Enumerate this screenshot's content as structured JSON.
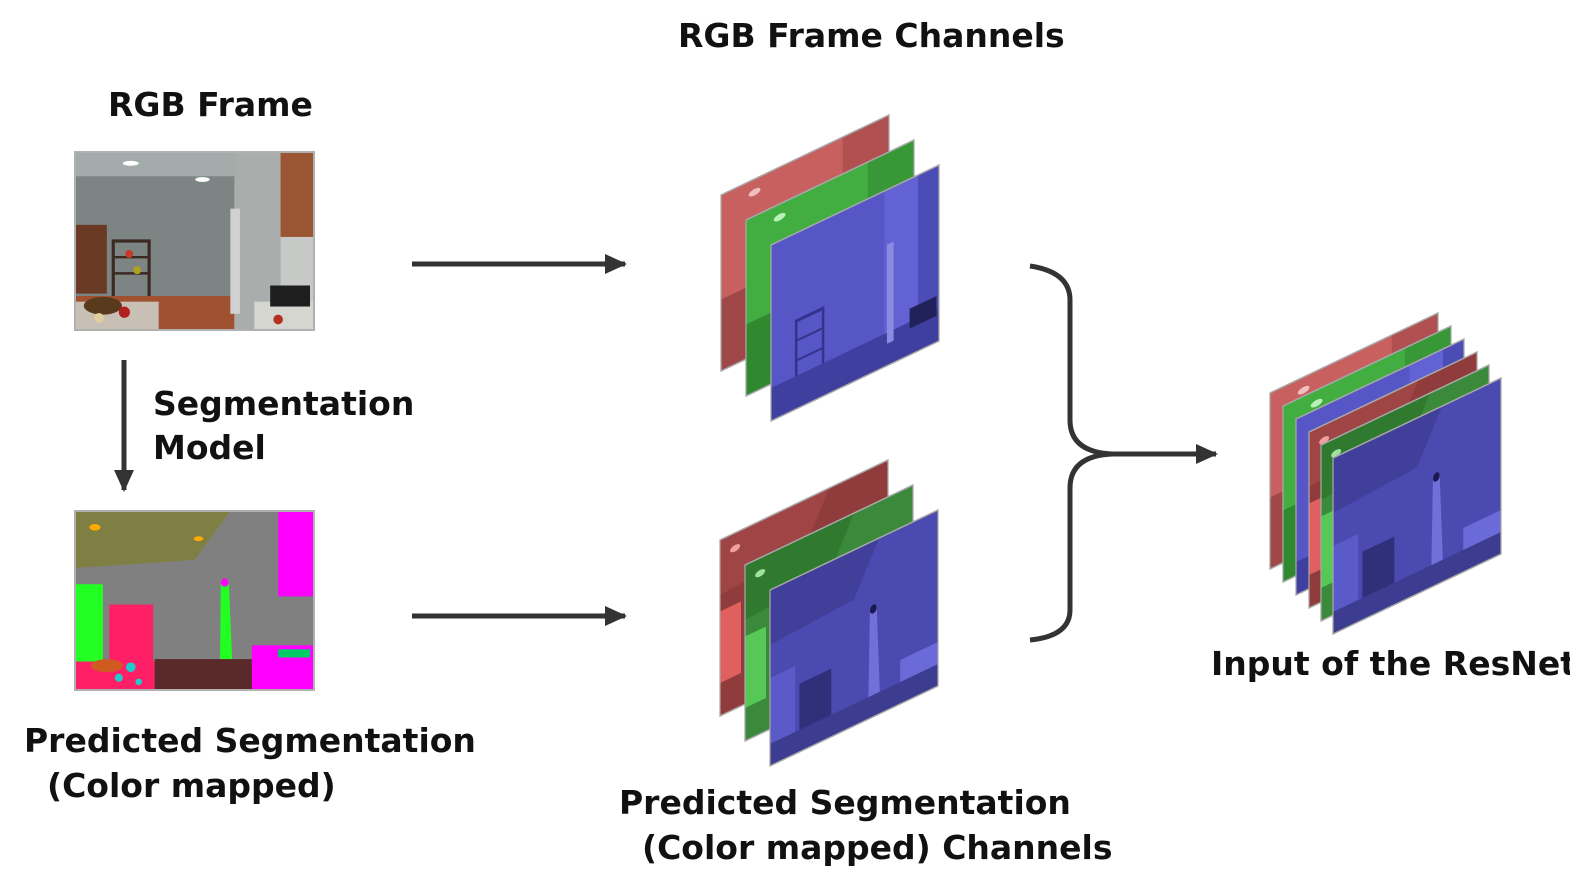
{
  "labels": {
    "rgb_frame": "RGB Frame",
    "rgb_channels": "RGB Frame Channels",
    "segmentation_model_line1": "Segmentation",
    "segmentation_model_line2": "Model",
    "predicted_seg_line1": "Predicted Segmentation",
    "predicted_seg_line2": "(Color mapped)",
    "predicted_channels_line1": "Predicted Segmentation",
    "predicted_channels_line2": "(Color mapped) Channels",
    "resnet_input": "Input of the ResNet"
  },
  "colors": {
    "arrow": "#333333",
    "channel_red": "#c85a5a",
    "channel_green": "#3fae3f",
    "channel_blue": "#5555c8",
    "seg_green": "#22ff22",
    "seg_magenta": "#ff00ff",
    "seg_pink": "#ff1f66",
    "seg_gray": "#808080",
    "seg_olive": "#808040"
  },
  "icons": {
    "rgb_frame": "kitchen-scene-image",
    "seg_frame": "segmentation-map-image",
    "channels": "stacked-channel-planes"
  }
}
